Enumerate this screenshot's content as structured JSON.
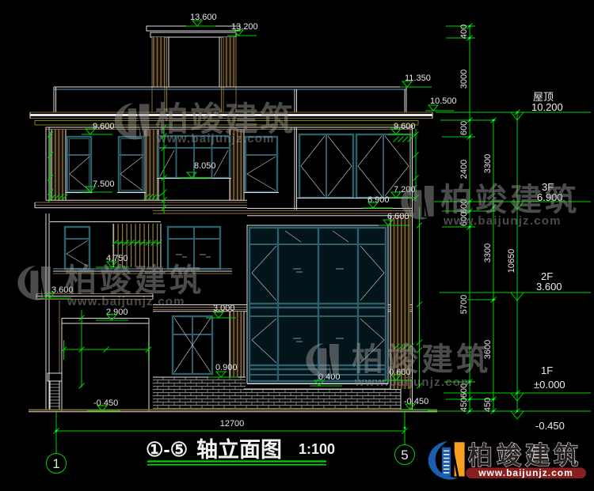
{
  "drawing_title": {
    "axis_range": "①-⑤",
    "name": "轴立面图",
    "scale": "1:100"
  },
  "axis_bubbles": {
    "left": "1",
    "right": "5"
  },
  "overall_dim": "12700",
  "elevation_marks": {
    "m13600": "13.600",
    "m13200": "13.200",
    "m11350": "11.350",
    "m10500": "10.500",
    "m9600L": "9.600",
    "m9600R": "9.600",
    "m8050": "8.050",
    "m7500": "7.500",
    "m7200": "7.200",
    "m6900R": "6.900",
    "m6600": "6.600",
    "m4750": "4.750",
    "m3600L": "3.600",
    "m3000": "3.000",
    "m2900": "2.900",
    "m0900": "0.900",
    "m0400": "0.400",
    "m0600": "0.600",
    "mN0450L": "-0.450",
    "mN0450R": "-0.450"
  },
  "right_chain": {
    "c400": "400",
    "c3000": "3000",
    "c600a": "600",
    "c2400": "2400",
    "c600b": "600",
    "c600c": "600",
    "c5700": "5700",
    "c600d": "600",
    "c450a": "450",
    "c3300a": "3300",
    "c3300b": "3300",
    "c3600": "3600",
    "c450b": "450",
    "c10650": "10650"
  },
  "level_labels": {
    "roof_name": "屋顶",
    "roof_value": "10.200",
    "f3_name": "3F",
    "f3_value": "6.900",
    "f2_name": "2F",
    "f2_value": "3.600",
    "f1_name": "1F",
    "f1_value": "±0.000",
    "basement_value": "-0.450"
  },
  "watermark": {
    "brand": "柏竣建筑",
    "url": "www.baijunjz.com"
  },
  "logo": {
    "brand": "柏竣建筑",
    "url": "www.baijunjz.com"
  },
  "colors": {
    "background": "#000000",
    "dim_green": "#00d400",
    "line_white": "#dcdcdc",
    "frame_teal": "#2e5f6d",
    "wood_tan": "#8a6a38",
    "slate_blue": "#5b7e93",
    "olive": "#7f7e10",
    "logo_blue": "#1a5fae",
    "logo_orange": "#f5a01e",
    "logo_red": "#8b1e1e"
  }
}
